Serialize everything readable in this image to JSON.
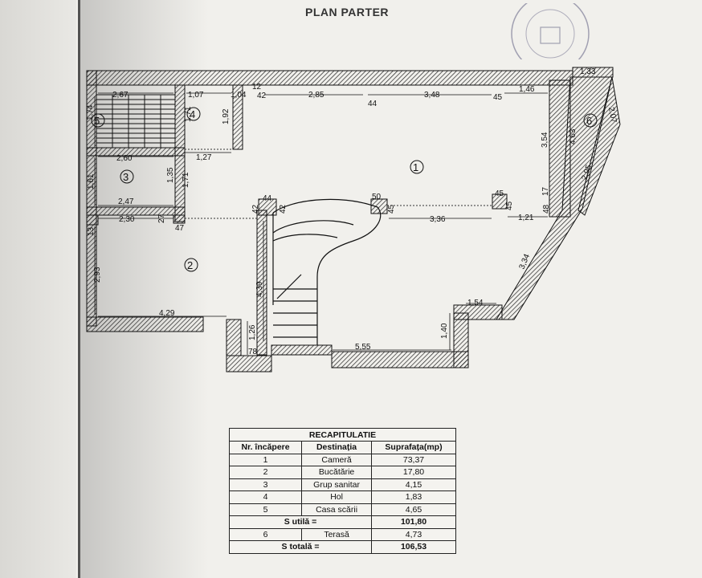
{
  "page_title": "PLAN PARTER",
  "rooms": {
    "r1": "1",
    "r2": "2",
    "r3": "3",
    "r4": "4",
    "r5": "5",
    "r6": "6"
  },
  "dimensions": {
    "d267": "2,67",
    "d107": "1,07",
    "d104": "1,04",
    "d12": "12",
    "d42a": "42",
    "d285": "2,85",
    "d44a": "44",
    "d348": "3,48",
    "d45a": "45",
    "d146": "1,46",
    "d133": "1,33",
    "d207": "2,07",
    "d174": "1,74",
    "d171a": "1,71",
    "d192": "1,92",
    "d354": "3,54",
    "d463": "4,63",
    "d260": "2,60",
    "d127": "1,27",
    "d161": "1,61",
    "d135": "1,35",
    "d171b": "1,71",
    "d295": "2,95",
    "d17": "17",
    "d247": "2,47",
    "d44b": "44",
    "d42b": "42",
    "d42c": "42",
    "d50": "50",
    "d45b": "45",
    "d45c": "45",
    "d45d": "45",
    "d336": "3,36",
    "d121": "1,21",
    "d48": "48",
    "d230": "2,30",
    "d27": "27",
    "d47": "47",
    "d13": "13",
    "d293": "2,93",
    "d439": "4,39",
    "d334": "3,34",
    "d154": "1,54",
    "d429": "4,29",
    "d126": "1,26",
    "d140": "1,40",
    "d78": "78",
    "d555": "5,55"
  },
  "recap": {
    "title": "RECAPITULATIE",
    "headers": [
      "Nr. încăpere",
      "Destinația",
      "Suprafața(mp)"
    ],
    "rows": [
      {
        "nr": "1",
        "dest": "Cameră",
        "area": "73,37"
      },
      {
        "nr": "2",
        "dest": "Bucătărie",
        "area": "17,80"
      },
      {
        "nr": "3",
        "dest": "Grup sanitar",
        "area": "4,15"
      },
      {
        "nr": "4",
        "dest": "Hol",
        "area": "1,83"
      },
      {
        "nr": "5",
        "dest": "Casa scării",
        "area": "4,65"
      }
    ],
    "s_utila_label": "S utilă =",
    "s_utila_value": "101,80",
    "terrace": {
      "nr": "6",
      "dest": "Terasă",
      "area": "4,73"
    },
    "s_totala_label": "S totală =",
    "s_totala_value": "106,53"
  }
}
